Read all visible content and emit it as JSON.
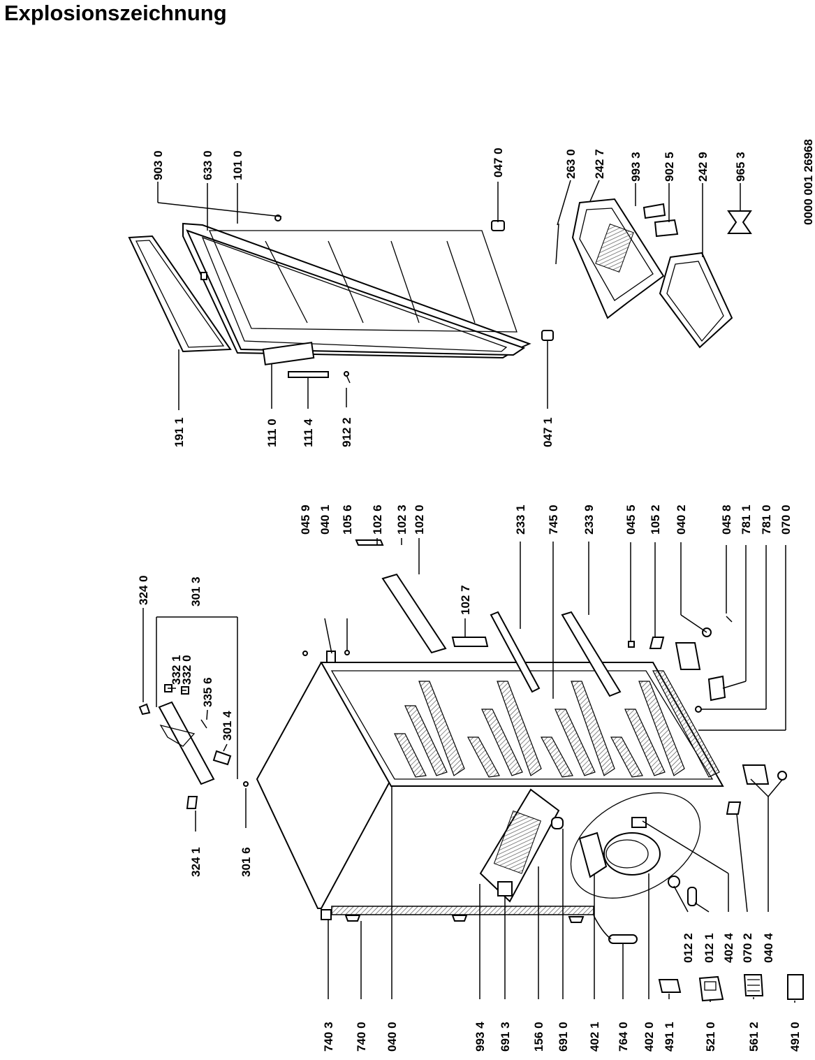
{
  "title": "Explosionszeichnung",
  "doc_number": "0000 001 26968",
  "colors": {
    "ink": "#000000",
    "paper": "#ffffff",
    "hatch": "#555555"
  },
  "labels": {
    "p903_0": "903 0",
    "p633_0": "633 0",
    "p101_0": "101 0",
    "p047_0": "047 0",
    "p191_1": "191 1",
    "p111_0": "111 0",
    "p111_4": "111 4",
    "p912_2": "912 2",
    "p047_1": "047 1",
    "p263_0": "263 0",
    "p242_7": "242 7",
    "p993_3": "993 3",
    "p902_5": "902 5",
    "p242_9": "242 9",
    "p965_3": "965 3",
    "p324_0": "324 0",
    "p301_3": "301 3",
    "p332_1": "332 1",
    "p332_0": "332 0",
    "p335_6": "335 6",
    "p301_4": "301 4",
    "p324_1": "324 1",
    "p301_6": "301 6",
    "p045_9": "045 9",
    "p040_1": "040 1",
    "p105_6": "105 6",
    "p102_6": "102 6",
    "p102_3": "102 3",
    "p102_0": "102 0",
    "p102_7": "102 7",
    "p233_1": "233 1",
    "p745_0": "745 0",
    "p233_9": "233 9",
    "p045_5": "045 5",
    "p105_2": "105 2",
    "p040_2": "040 2",
    "p045_8": "045 8",
    "p781_1": "781 1",
    "p781_0": "781 0",
    "p070_0": "070 0",
    "p012_2": "012 2",
    "p012_1": "012 1",
    "p402_4": "402 4",
    "p070_2": "070 2",
    "p040_4": "040 4",
    "p740_3": "740 3",
    "p740_0": "740 0",
    "p040_0": "040 0",
    "p993_4": "993 4",
    "p691_3": "691 3",
    "p156_0": "156 0",
    "p691_0": "691 0",
    "p402_1": "402 1",
    "p764_0": "764 0",
    "p402_0": "402 0",
    "p491_1": "491 1",
    "p521_0": "521 0",
    "p561_2": "561 2",
    "p491_0": "491 0"
  }
}
